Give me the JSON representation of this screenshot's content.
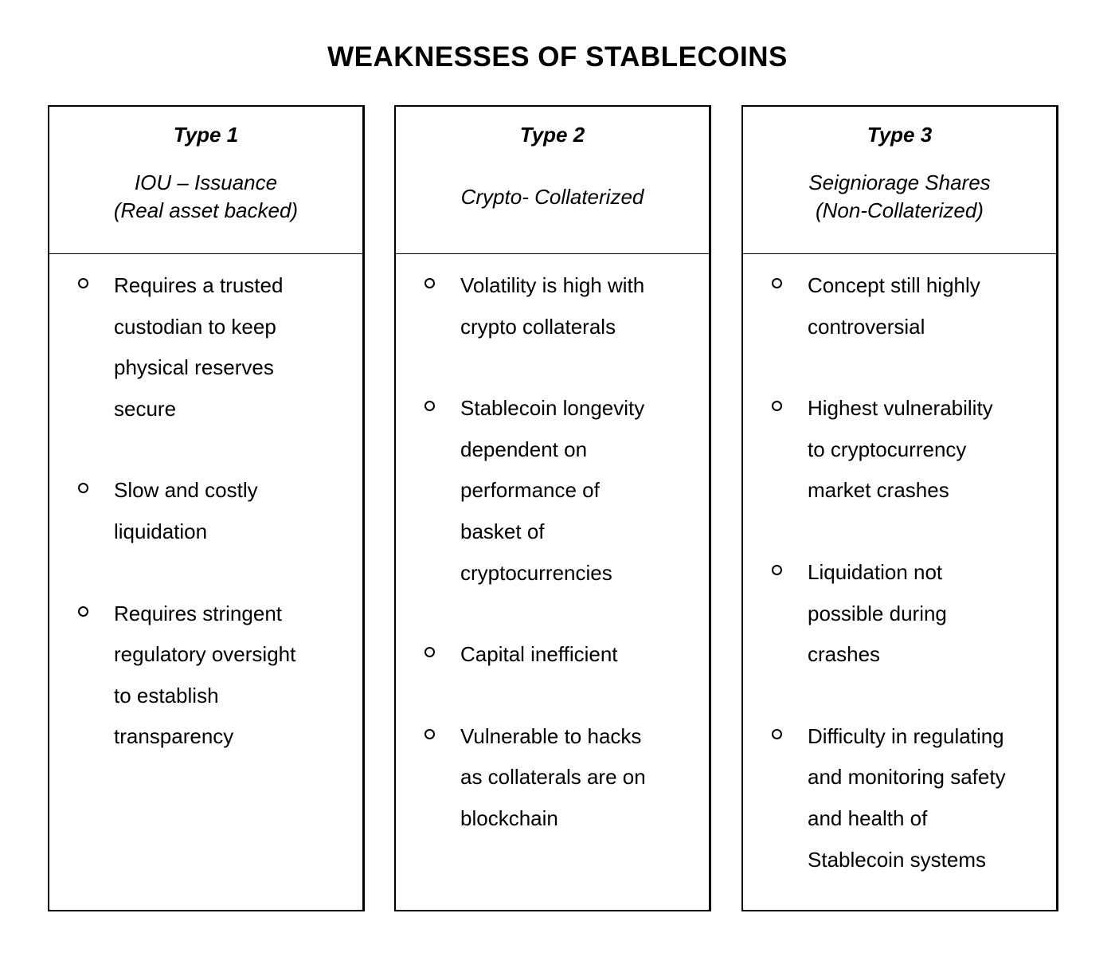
{
  "title": "WEAKNESSES OF STABLECOINS",
  "columns": [
    {
      "type_label": "Type 1",
      "type_name": [
        "IOU – Issuance",
        "(Real asset backed)"
      ],
      "weaknesses": [
        [
          "Requires a trusted",
          "custodian to keep",
          "physical reserves",
          "secure"
        ],
        [
          "Slow and costly",
          "liquidation"
        ],
        [
          "Requires stringent",
          "regulatory oversight",
          "to establish",
          "transparency"
        ]
      ]
    },
    {
      "type_label": "Type 2",
      "type_name": [
        "Crypto- Collaterized"
      ],
      "weaknesses": [
        [
          "Volatility is high with",
          "crypto collaterals"
        ],
        [
          "Stablecoin longevity",
          "dependent on",
          "performance of",
          "basket of",
          "cryptocurrencies"
        ],
        [
          "Capital inefficient"
        ],
        [
          "Vulnerable to hacks",
          "as collaterals are on",
          "blockchain"
        ]
      ]
    },
    {
      "type_label": "Type 3",
      "type_name": [
        "Seigniorage Shares",
        "(Non-Collaterized)"
      ],
      "weaknesses": [
        [
          "Concept still highly",
          "controversial"
        ],
        [
          "Highest vulnerability",
          "to cryptocurrency",
          "market crashes"
        ],
        [
          "Liquidation not",
          "possible during",
          "crashes"
        ],
        [
          "Difficulty in regulating",
          "and monitoring safety",
          "and health of",
          "Stablecoin systems"
        ]
      ]
    }
  ]
}
